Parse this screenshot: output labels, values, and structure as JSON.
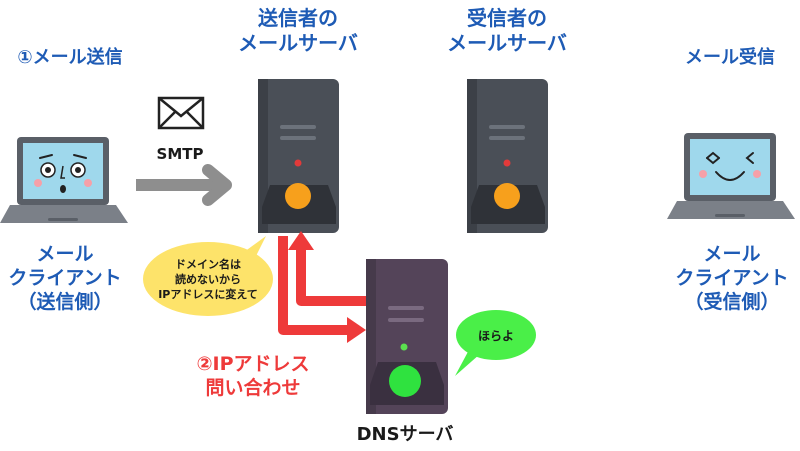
{
  "step1_label": "①メール送信",
  "receive_label": "メール受信",
  "sender_server": {
    "line1": "送信者の",
    "line2": "メールサーバ"
  },
  "recipient_server": {
    "line1": "受信者の",
    "line2": "メールサーバ"
  },
  "protocol_label": "SMTP",
  "client_send": {
    "line1": "メール",
    "line2": "クライアント",
    "line3": "（送信側）"
  },
  "client_recv": {
    "line1": "メール",
    "line2": "クライアント",
    "line3": "（受信側）"
  },
  "bubble_request": {
    "line1": "ドメイン名は",
    "line2": "読めないから",
    "line3": "IPアドレスに変えて"
  },
  "bubble_reply": "ほらよ",
  "step2_label": {
    "line1": "②IPアドレス",
    "line2": "問い合わせ"
  },
  "dns_label": "DNSサーバ",
  "icons": [
    "envelope-icon",
    "laptop-icon",
    "server-icon"
  ],
  "colors": {
    "accent_blue": "#1e5bb5",
    "accent_red": "#ee3a3a",
    "bubble": "#fde36a"
  }
}
